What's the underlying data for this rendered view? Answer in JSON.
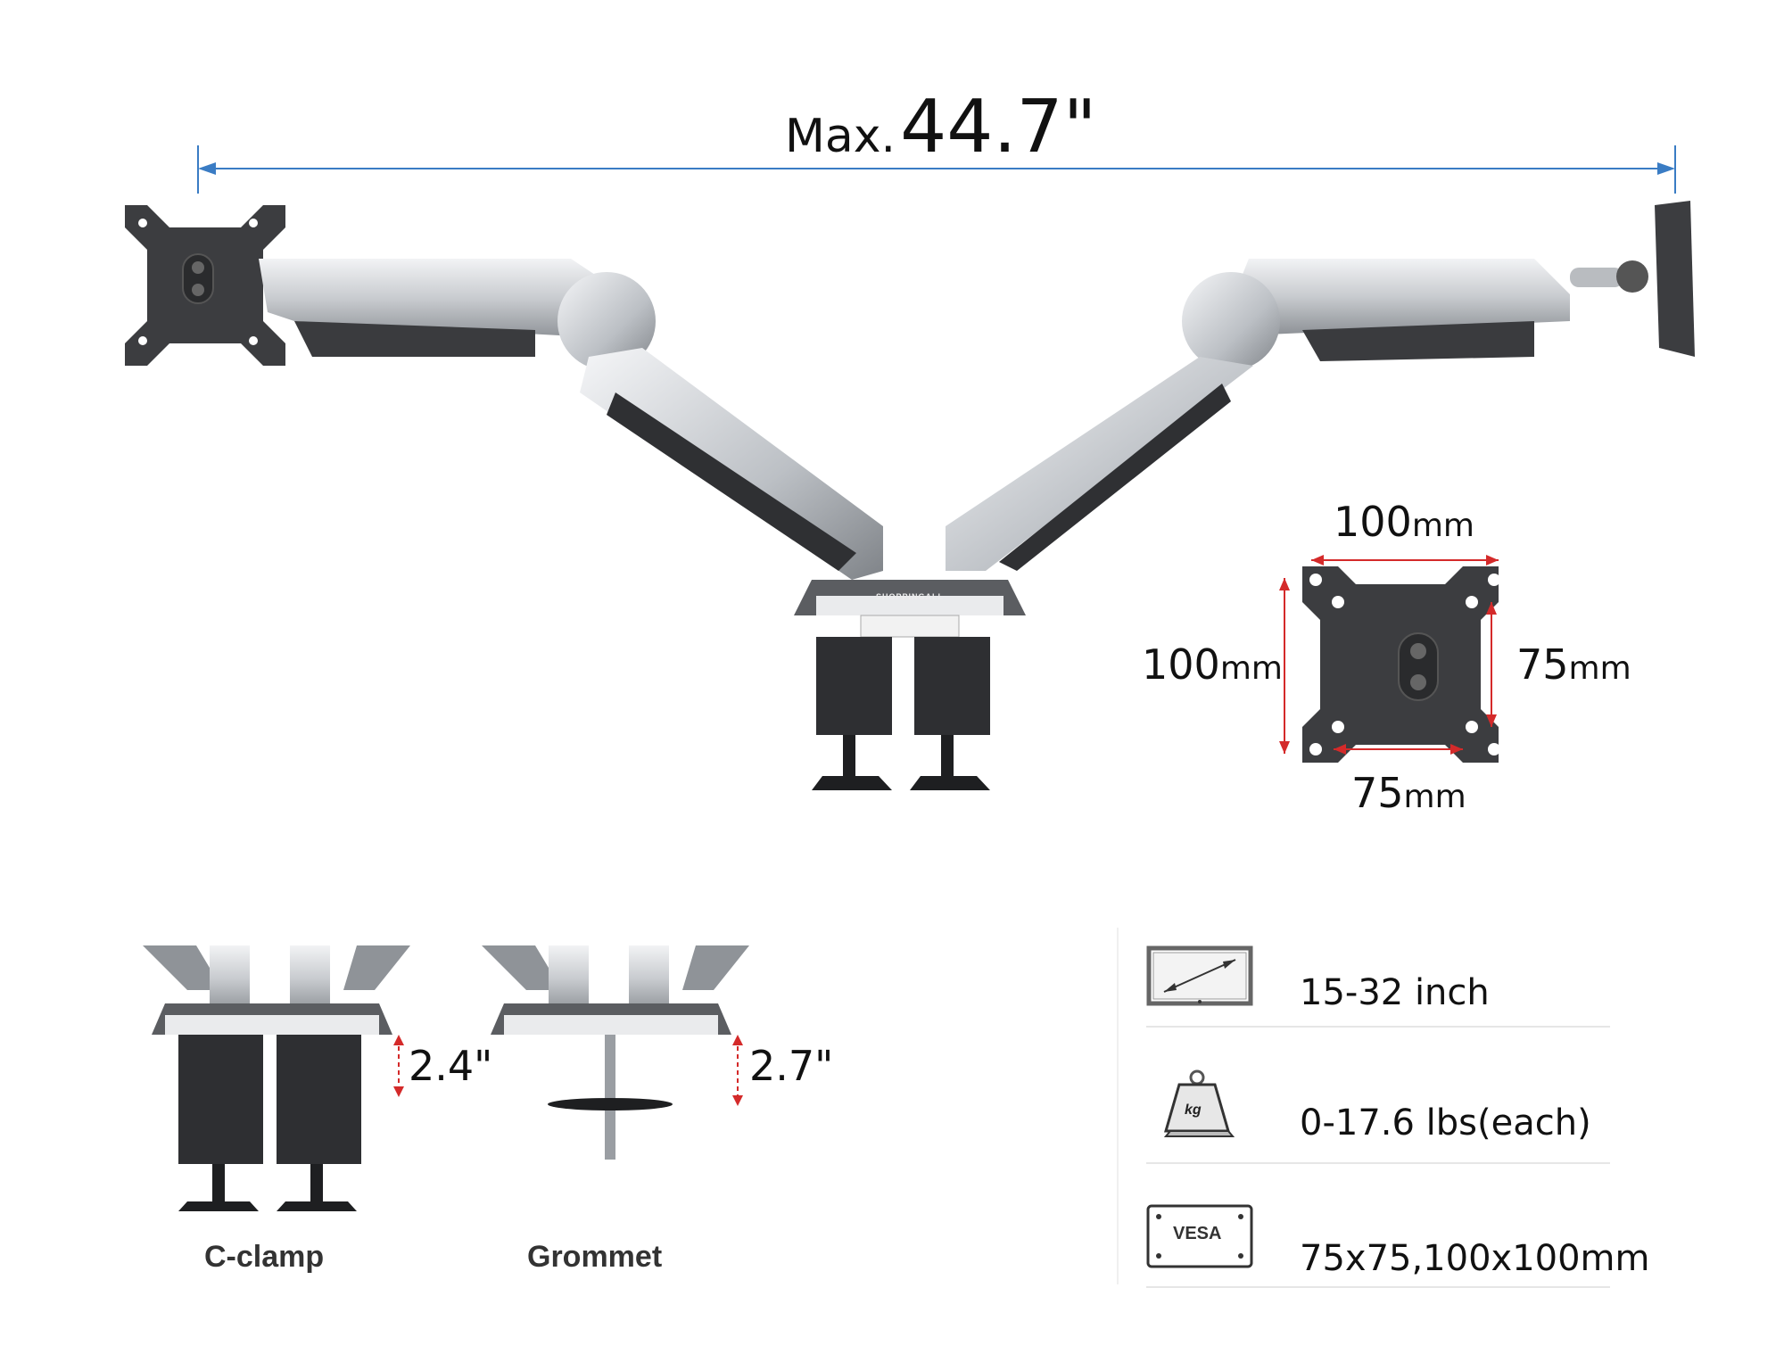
{
  "top_dimension": {
    "prefix": "Max.",
    "value": "44.7\""
  },
  "vesa_diagram": {
    "top_value": "100",
    "top_unit": "mm",
    "left_value": "100",
    "left_unit": "mm",
    "right_value": "75",
    "right_unit": "mm",
    "bottom_value": "75",
    "bottom_unit": "mm"
  },
  "base": {
    "brand": "SHOPPINGALL"
  },
  "mount_options": [
    {
      "label": "C-clamp",
      "height": "2.4\""
    },
    {
      "label": "Grommet",
      "height": "2.7\""
    }
  ],
  "specs": [
    {
      "icon": "monitor-size-icon",
      "text": "15-32 inch"
    },
    {
      "icon": "weight-kg-icon",
      "icon_label": "kg",
      "text": "0-17.6 lbs(each)"
    },
    {
      "icon": "vesa-plate-icon",
      "icon_label": "VESA",
      "text": "75x75,100x100mm"
    }
  ],
  "colors": {
    "dimension_line": "#3a7cc4",
    "arrow_red": "#d42a2a",
    "plate": "#3c3d40",
    "arm_silver": "#c9ccd0"
  }
}
